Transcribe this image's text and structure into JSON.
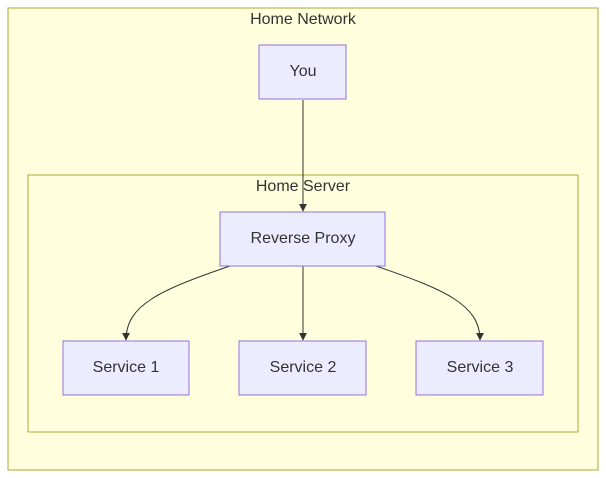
{
  "clusters": {
    "home_network": {
      "label": "Home Network"
    },
    "home_server": {
      "label": "Home Server"
    }
  },
  "nodes": {
    "you": {
      "label": "You"
    },
    "reverse_proxy": {
      "label": "Reverse Proxy"
    },
    "service_1": {
      "label": "Service 1"
    },
    "service_2": {
      "label": "Service 2"
    },
    "service_3": {
      "label": "Service 3"
    }
  },
  "edges": [
    {
      "from": "You",
      "to": "Reverse Proxy"
    },
    {
      "from": "Reverse Proxy",
      "to": "Service 1"
    },
    {
      "from": "Reverse Proxy",
      "to": "Service 2"
    },
    {
      "from": "Reverse Proxy",
      "to": "Service 3"
    }
  ],
  "colors": {
    "cluster_fill": "#ffffde",
    "cluster_stroke": "#aaaa33",
    "node_fill": "#ececff",
    "node_stroke": "#9370db",
    "edge": "#333333",
    "text": "#333333"
  }
}
